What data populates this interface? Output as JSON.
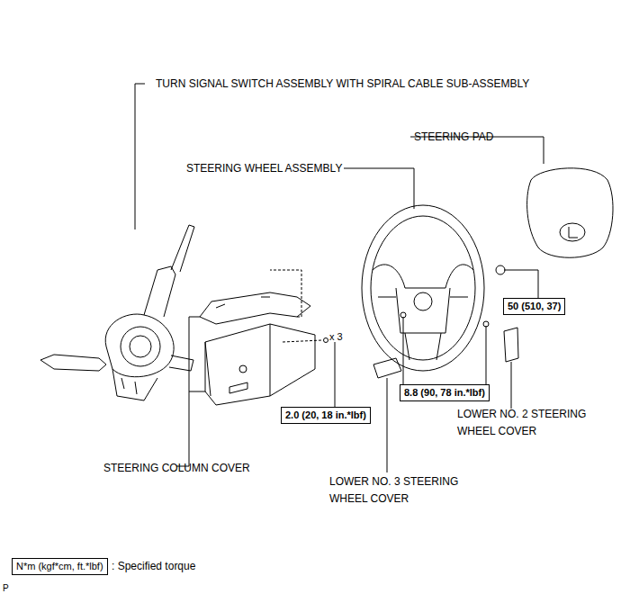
{
  "diagram": {
    "nodes": [
      {
        "text": [
          "50 (510, 37)"
        ]
      },
      {
        "text": [
          "8.8 (90, 78 in.*lbf)"
        ]
      },
      {
        "text": [
          "2.0 (20, 18 in.*lbf)"
        ]
      },
      {
        "text": [
          "N*m (kgf*cm, ft.*lbf)"
        ]
      }
    ],
    "labels": [
      "TURN SIGNAL SWITCH ASSEMBLY WITH SPIRAL CABLE SUB-ASSEMBLY",
      "STEERING PAD",
      "STEERING WHEEL ASSEMBLY",
      "x 3",
      "LOWER NO. 2 STEERING WHEEL COVER",
      "STEERING COLUMN COVER",
      "LOWER NO. 3 STEERING WHEEL COVER",
      ": Specified torque",
      "P"
    ]
  }
}
